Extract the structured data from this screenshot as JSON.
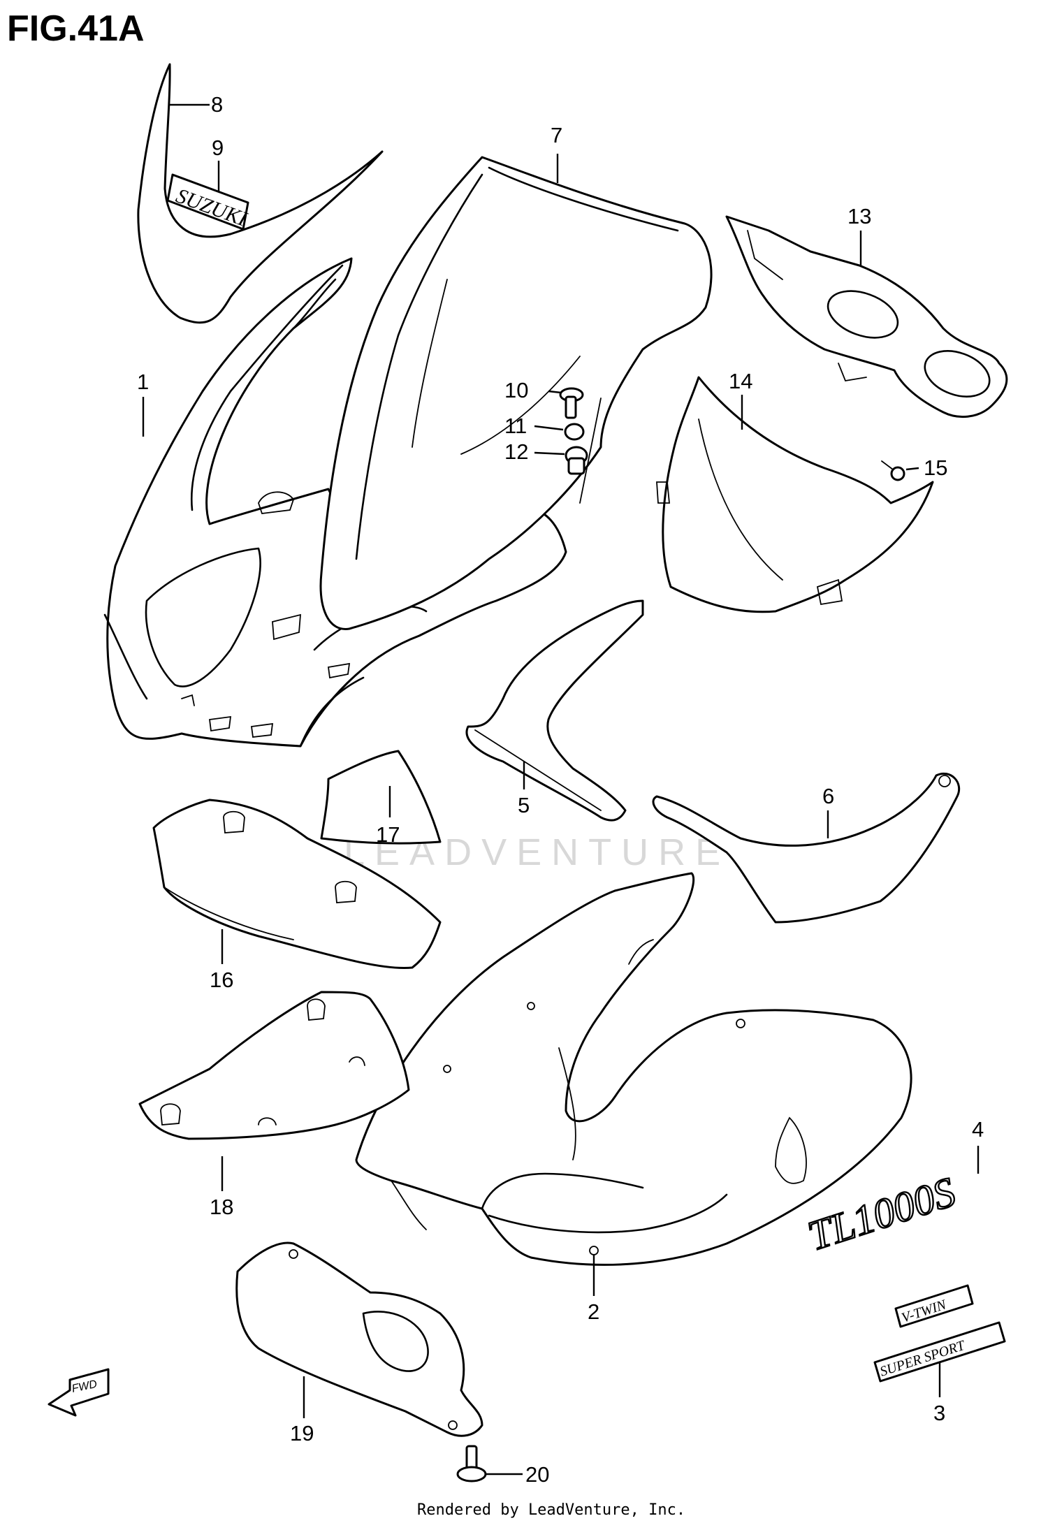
{
  "figure": {
    "title": "FIG.41A",
    "footer": "Rendered by LeadVenture, Inc.",
    "watermark": "LEADVENTURE",
    "fwd_label": "FWD"
  },
  "decals": {
    "suzuki": "SUZUKI",
    "model": "TL1000S",
    "vtwin": "V-TWIN",
    "sport": "SUPER SPORT"
  },
  "callouts": [
    "1",
    "2",
    "3",
    "4",
    "5",
    "6",
    "7",
    "8",
    "9",
    "10",
    "11",
    "12",
    "13",
    "14",
    "15",
    "16",
    "17",
    "18",
    "19",
    "20"
  ]
}
